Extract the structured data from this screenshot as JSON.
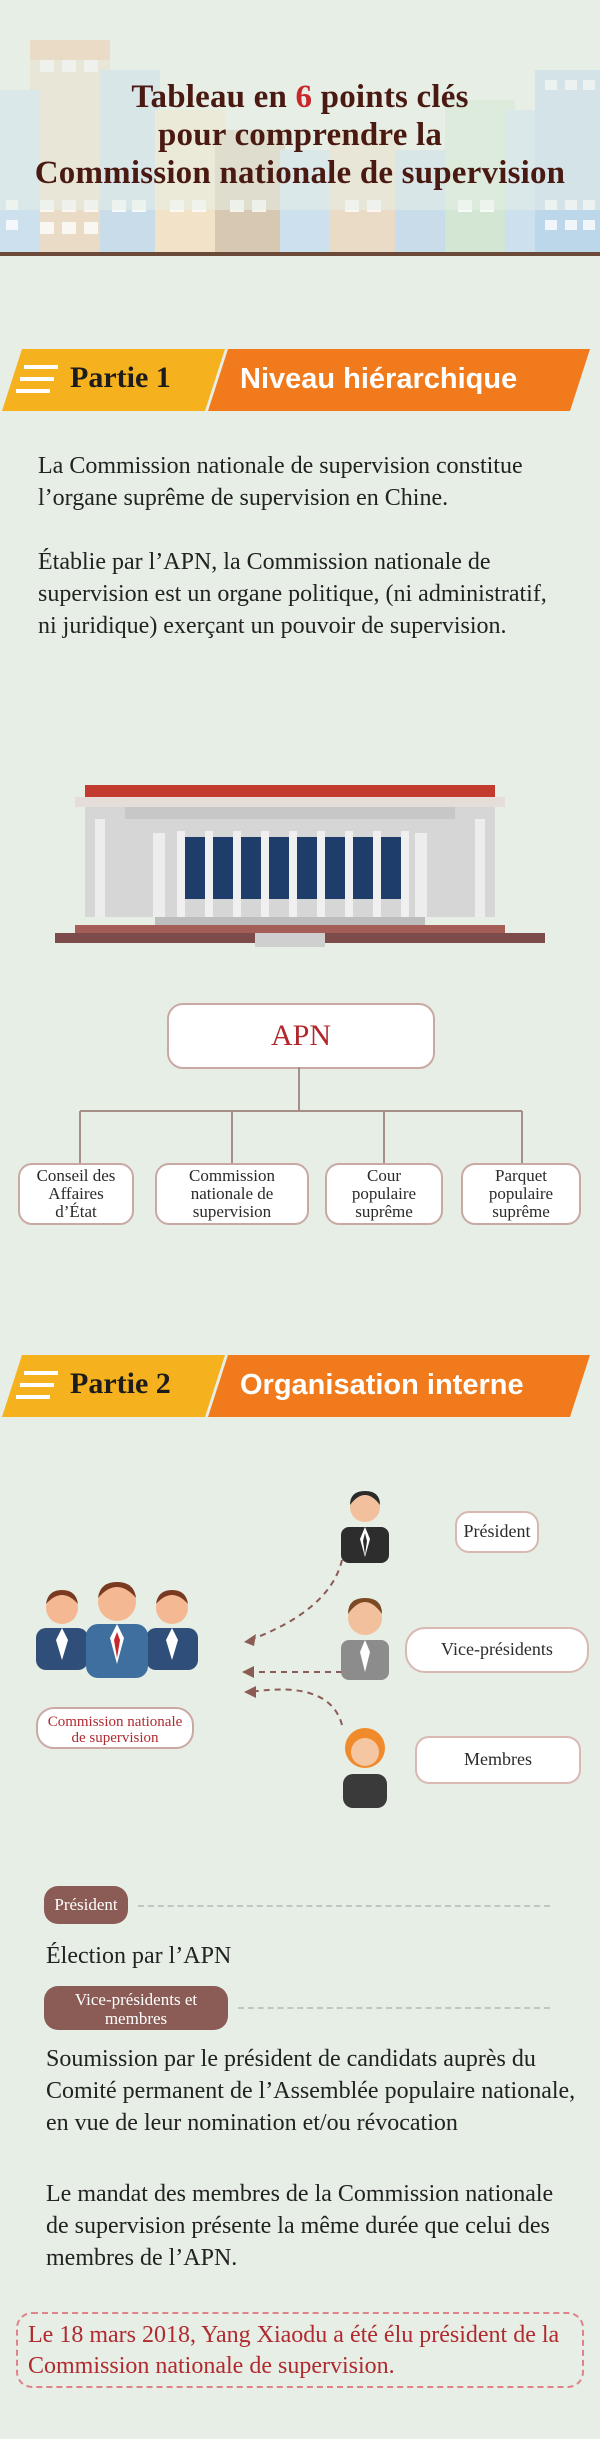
{
  "header": {
    "title_line1_before": "Tableau en ",
    "title_number": "6",
    "title_line1_after": " points clés",
    "title_line2": "pour comprendre la",
    "title_line3": "Commission nationale de supervision"
  },
  "part1": {
    "label": "Partie 1",
    "title": "Niveau hiérarchique",
    "paragraph1": "La Commission nationale de supervision constitue l’organe suprême de supervision en Chine.",
    "paragraph2": "Établie par l’APN, la Commission nationale de supervision est un organe politique, (ni administratif, ni juridique) exerçant un pouvoir de supervision.",
    "org_chart": {
      "root": "APN",
      "children": [
        "Conseil des Affaires d’État",
        "Commission nationale de supervision",
        "Cour populaire suprême",
        "Parquet populaire suprême"
      ]
    }
  },
  "part2": {
    "label": "Partie 2",
    "title": "Organisation interne",
    "group_label": "Commission nationale de supervision",
    "roles": [
      "Président",
      "Vice-présidents",
      "Membres"
    ],
    "president_tag": "Président",
    "president_text": "Élection par l’APN",
    "vp_tag": "Vice-présidents et membres",
    "vp_text1": "Soumission par le président de candidats auprès du Comité permanent de l’Assemblée populaire nationale, en vue de leur nomination et/ou révocation",
    "vp_text2": "Le mandat des membres de la Commission nationale de supervision présente la même durée que celui des membres de l’APN.",
    "note": "Le 18 mars 2018, Yang Xiaodu a été élu président de la Commission nationale de supervision."
  },
  "colors": {
    "background": "#e6eee5",
    "banner_yellow": "#f5b21e",
    "banner_orange": "#f07a1c",
    "accent_red": "#c8282a",
    "pill_brown": "#8a5c55"
  }
}
